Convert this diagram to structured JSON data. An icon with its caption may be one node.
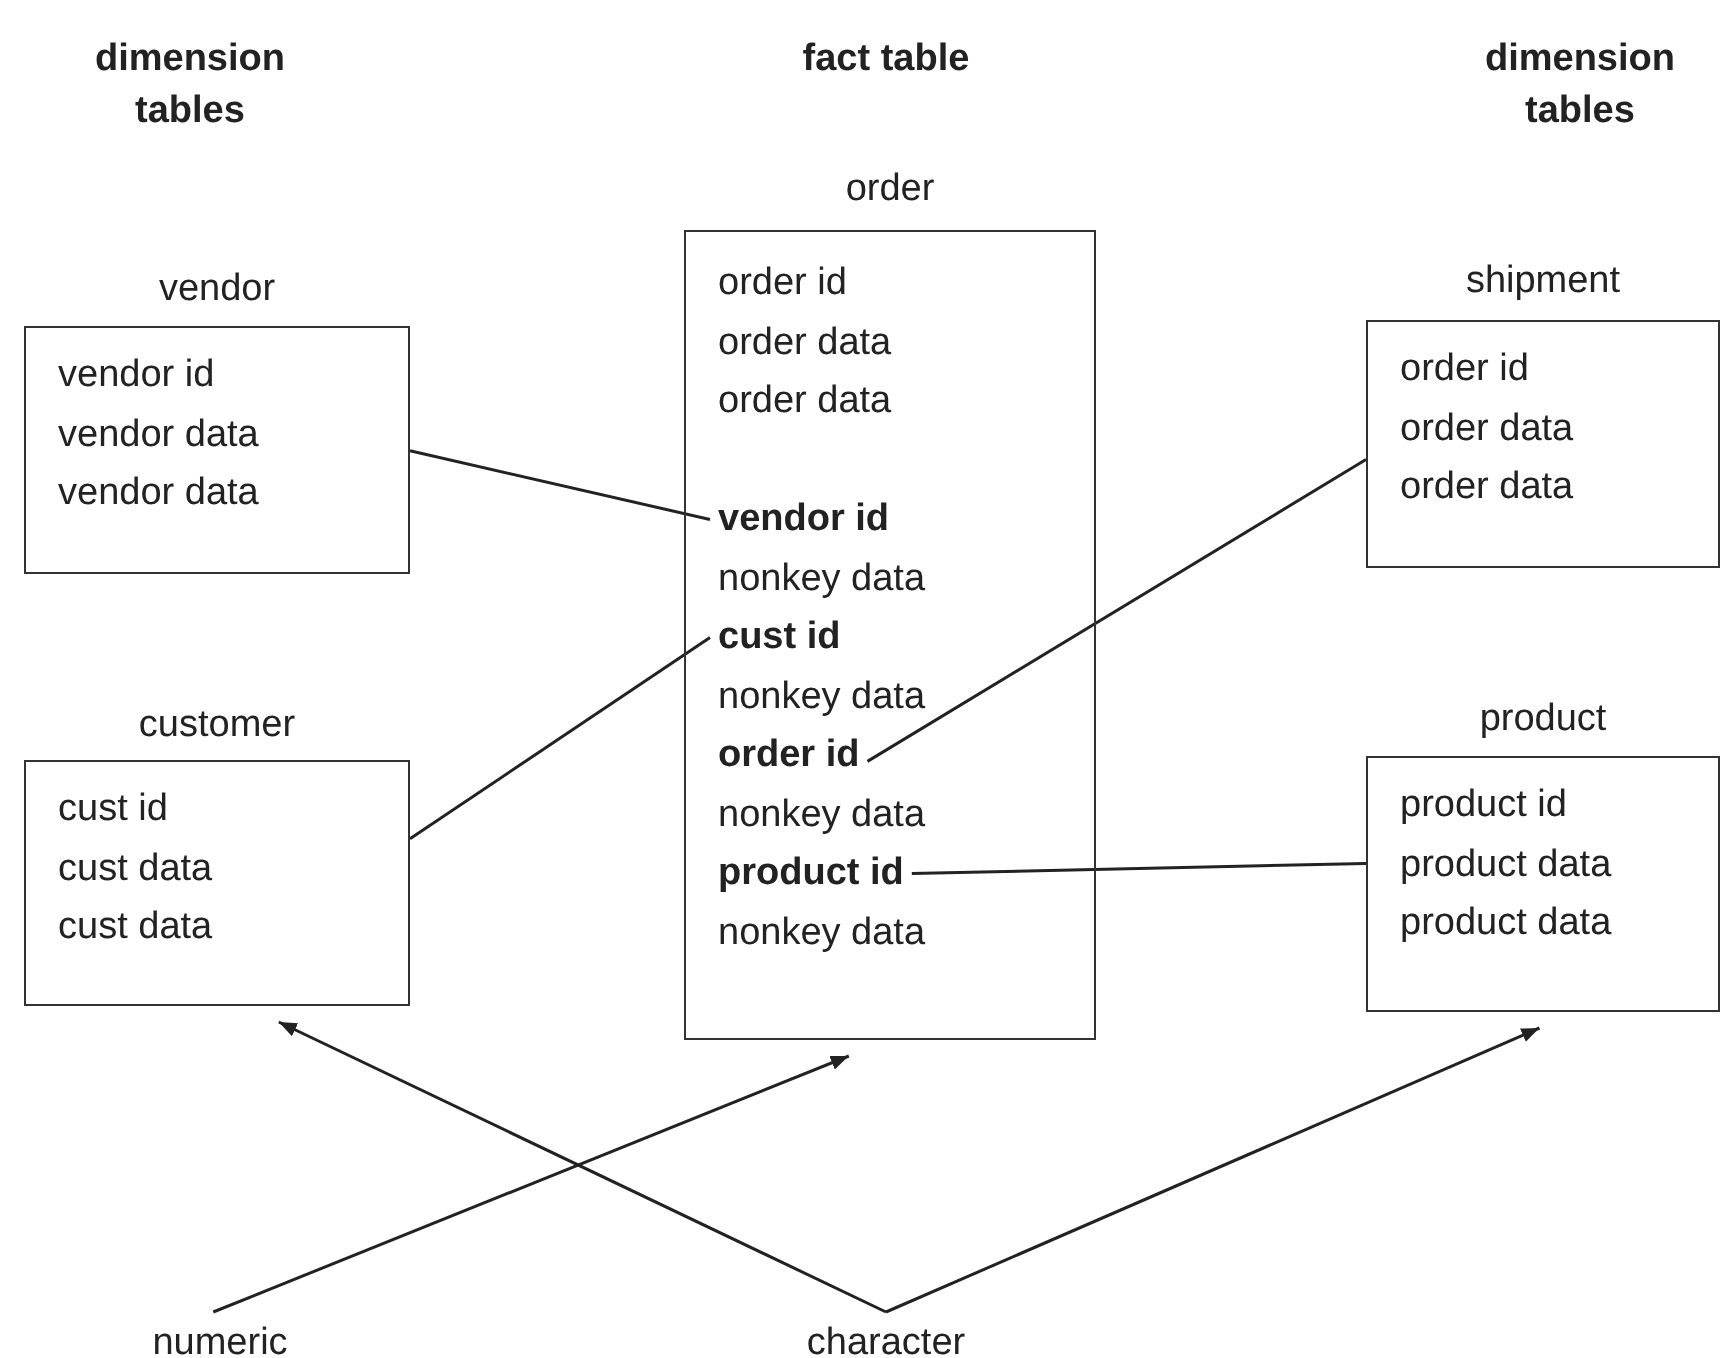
{
  "diagram": {
    "nodes": [
      {
        "text": [
          "vendor",
          "vendor id",
          "vendor data",
          "vendor data"
        ]
      },
      {
        "text": [
          "customer",
          "cust id",
          "cust data",
          "cust data"
        ]
      },
      {
        "text": [
          "order",
          "order id",
          "order data",
          "order data",
          "nonkey data",
          "nonkey data",
          "nonkey data",
          "nonkey data"
        ]
      },
      {
        "text": [
          "vendor id"
        ],
        "in": 2
      },
      {
        "text": [
          "cust id"
        ],
        "in": 2
      },
      {
        "text": [
          "order id"
        ],
        "in": 2
      },
      {
        "text": [
          "product id"
        ],
        "in": 2
      },
      {
        "text": [
          "shipment",
          "order id",
          "order data",
          "order data"
        ]
      },
      {
        "text": [
          "product",
          "product id",
          "product data",
          "product data"
        ]
      },
      {
        "text": [
          "numeric"
        ]
      },
      {
        "text": [
          "character"
        ]
      }
    ],
    "edges": [
      {
        "from": 0,
        "to": 3,
        "arrow": "none"
      },
      {
        "from": 1,
        "to": 4,
        "arrow": "none"
      },
      {
        "from": 7,
        "to": 5,
        "arrow": "none"
      },
      {
        "from": 8,
        "to": 6,
        "arrow": "none"
      },
      {
        "from": 9,
        "to": 2,
        "arrow": "to"
      },
      {
        "from": 10,
        "to": 1,
        "arrow": "to"
      },
      {
        "from": 10,
        "to": 8,
        "arrow": "to"
      }
    ],
    "labels": [
      "dimension tables",
      "fact table",
      "dimension tables"
    ]
  }
}
